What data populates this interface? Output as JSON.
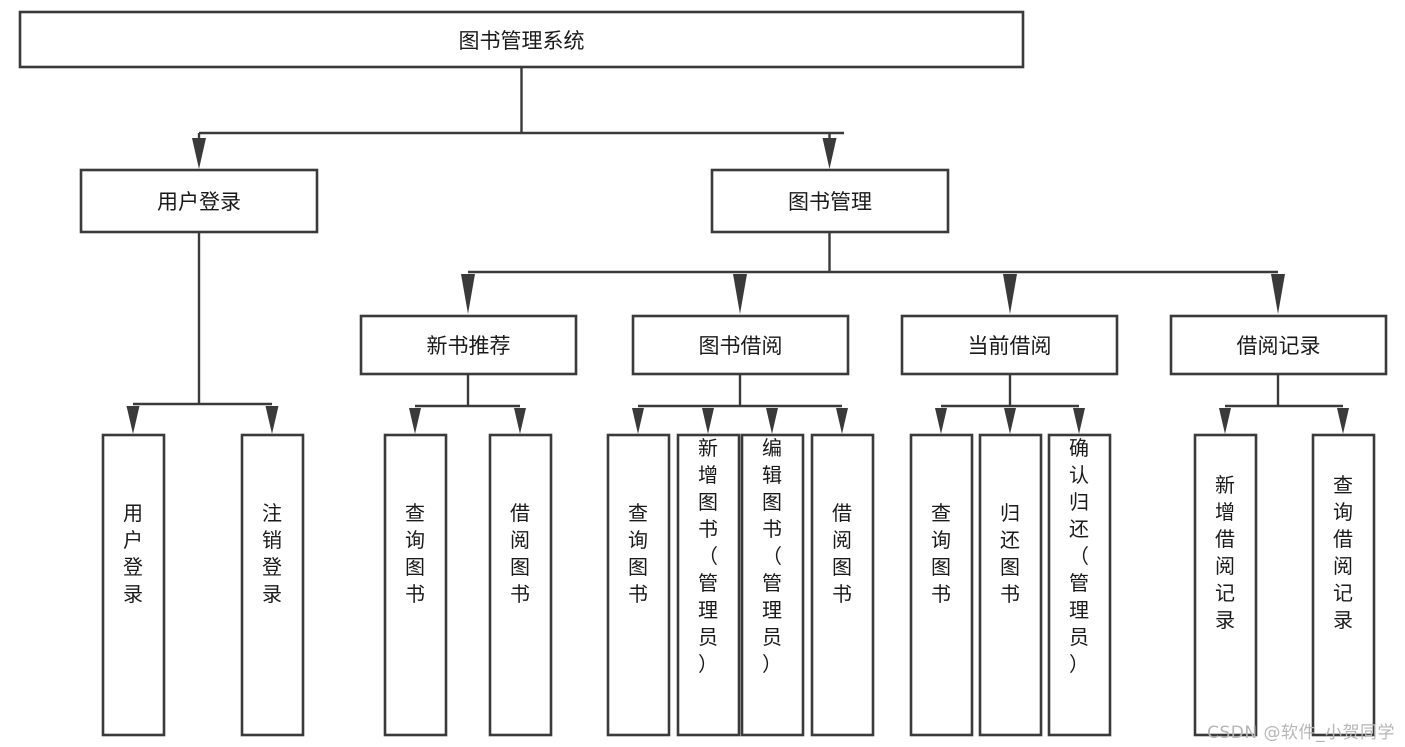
{
  "diagram": {
    "type": "tree",
    "title": "图书管理系统",
    "orientation": "top-down",
    "root": {
      "id": "root",
      "label": "图书管理系统",
      "text_orientation": "horizontal"
    },
    "level2": [
      {
        "id": "user-login",
        "label": "用户登录",
        "text_orientation": "horizontal"
      },
      {
        "id": "book-management",
        "label": "图书管理",
        "text_orientation": "horizontal"
      }
    ],
    "level3": [
      {
        "id": "new-book-recommend",
        "label": "新书推荐",
        "text_orientation": "horizontal",
        "parent": "book-management"
      },
      {
        "id": "book-borrow",
        "label": "图书借阅",
        "text_orientation": "horizontal",
        "parent": "book-management"
      },
      {
        "id": "current-borrow",
        "label": "当前借阅",
        "text_orientation": "horizontal",
        "parent": "book-management"
      },
      {
        "id": "borrow-record",
        "label": "借阅记录",
        "text_orientation": "horizontal",
        "parent": "book-management"
      }
    ],
    "leaves": [
      {
        "id": "leaf-user-login",
        "label": "用户登录",
        "parent": "user-login",
        "text_orientation": "vertical"
      },
      {
        "id": "leaf-user-logout",
        "label": "注销登录",
        "parent": "user-login",
        "text_orientation": "vertical"
      },
      {
        "id": "leaf-query-book-1",
        "label": "查询图书",
        "parent": "new-book-recommend",
        "text_orientation": "vertical"
      },
      {
        "id": "leaf-borrow-book-1",
        "label": "借阅图书",
        "parent": "new-book-recommend",
        "text_orientation": "vertical"
      },
      {
        "id": "leaf-query-book-2",
        "label": "查询图书",
        "parent": "book-borrow",
        "text_orientation": "vertical"
      },
      {
        "id": "leaf-add-book",
        "label": "新增图书（管理员）",
        "parent": "book-borrow",
        "text_orientation": "vertical"
      },
      {
        "id": "leaf-edit-book",
        "label": "编辑图书（管理员）",
        "parent": "book-borrow",
        "text_orientation": "vertical"
      },
      {
        "id": "leaf-borrow-book-2",
        "label": "借阅图书",
        "parent": "book-borrow",
        "text_orientation": "vertical"
      },
      {
        "id": "leaf-query-book-3",
        "label": "查询图书",
        "parent": "current-borrow",
        "text_orientation": "vertical"
      },
      {
        "id": "leaf-return-book",
        "label": "归还图书",
        "parent": "current-borrow",
        "text_orientation": "vertical"
      },
      {
        "id": "leaf-confirm-return",
        "label": "确认归还（管理员）",
        "parent": "current-borrow",
        "text_orientation": "vertical"
      },
      {
        "id": "leaf-add-record",
        "label": "新增借阅记录",
        "parent": "borrow-record",
        "text_orientation": "vertical"
      },
      {
        "id": "leaf-query-record",
        "label": "查询借阅记录",
        "parent": "borrow-record",
        "text_orientation": "vertical"
      }
    ],
    "colors": {
      "box_stroke": "#3a3a3a",
      "box_fill": "#ffffff",
      "connector": "#3a3a3a",
      "text": "#1a1a1a",
      "background": "#ffffff",
      "watermark": "#b6b6b6"
    }
  },
  "watermark": {
    "text": "CSDN @软件_小贺同学"
  }
}
